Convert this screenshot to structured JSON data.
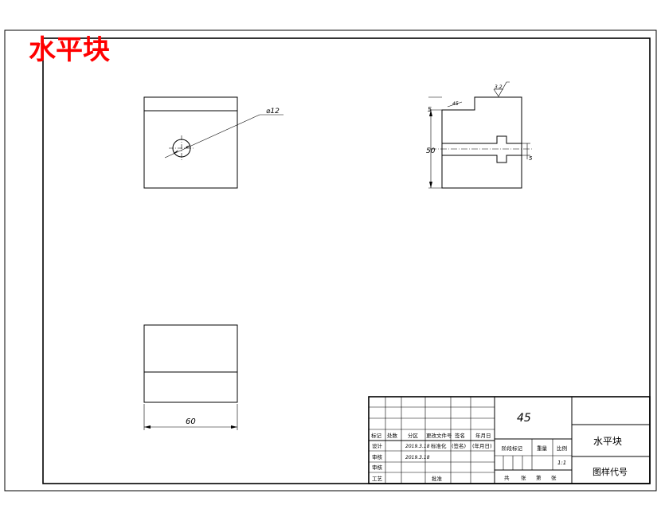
{
  "drawing": {
    "title": "水平块",
    "dim_diameter": "⌀12",
    "dim_width": "60",
    "dim_height": "50",
    "dim_top_step": "5",
    "dim_hole_step": "5",
    "dim_chamfer": "45",
    "surface_roughness": "3.2"
  },
  "title_block": {
    "material": "45",
    "part_name": "水平块",
    "drawing_number_label": "图样代号",
    "row_header": [
      "标记",
      "处数",
      "分区",
      "更改文件号",
      "签名",
      "年月日"
    ],
    "design_label": "设计",
    "design_date": "2019.3.18",
    "standardize_label": "标准化",
    "signature_label": "(签名)",
    "date_label": "(年月日)",
    "review_label": "审核",
    "review_date": "2019.3.18",
    "process_label": "工艺",
    "approve_label": "批准",
    "stage_mark_label": "阶段标记",
    "weight_label": "重量",
    "scale_label": "比例",
    "scale_value": "1:1",
    "sheet_info": [
      "共",
      "张",
      "第",
      "张"
    ],
    "check_label": "审核"
  }
}
